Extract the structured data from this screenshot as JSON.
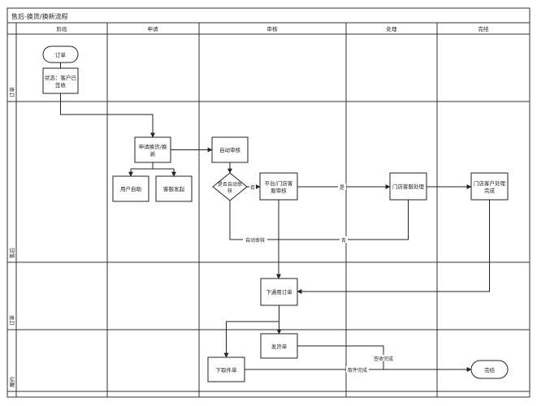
{
  "title": "售后-换货/换新流程",
  "columns": [
    "阶段",
    "申请",
    "审核",
    "处理",
    "完结"
  ],
  "lanes": [
    "订单",
    "售后",
    "订单",
    "履约"
  ],
  "nodes": {
    "order_start": "订单",
    "order_status_line1": "状态：客户已",
    "order_status_line2": "签收",
    "apply_exchange_line1": "申请换货/换",
    "apply_exchange_line2": "新",
    "user_self": "用户自助",
    "cs_initiate": "客服发起",
    "auto_review": "自动审核",
    "is_auto_line1": "是否自动审",
    "is_auto_line2": "核",
    "platform_line1": "平台/门店客",
    "platform_line2": "服审核",
    "store_cs": "门店客服处理",
    "store_client_line1": "门店客户处理",
    "store_client_line2": "完成",
    "general_order": "下通用订单",
    "shipping_order": "发货单",
    "pickup_order": "下取件单",
    "finish": "完结"
  },
  "edge_labels": {
    "no": "否",
    "yes": "是",
    "auto_pass": "自动审核",
    "deny": "否",
    "signed_done": "签收完成",
    "pickup_done": "取件完成"
  }
}
